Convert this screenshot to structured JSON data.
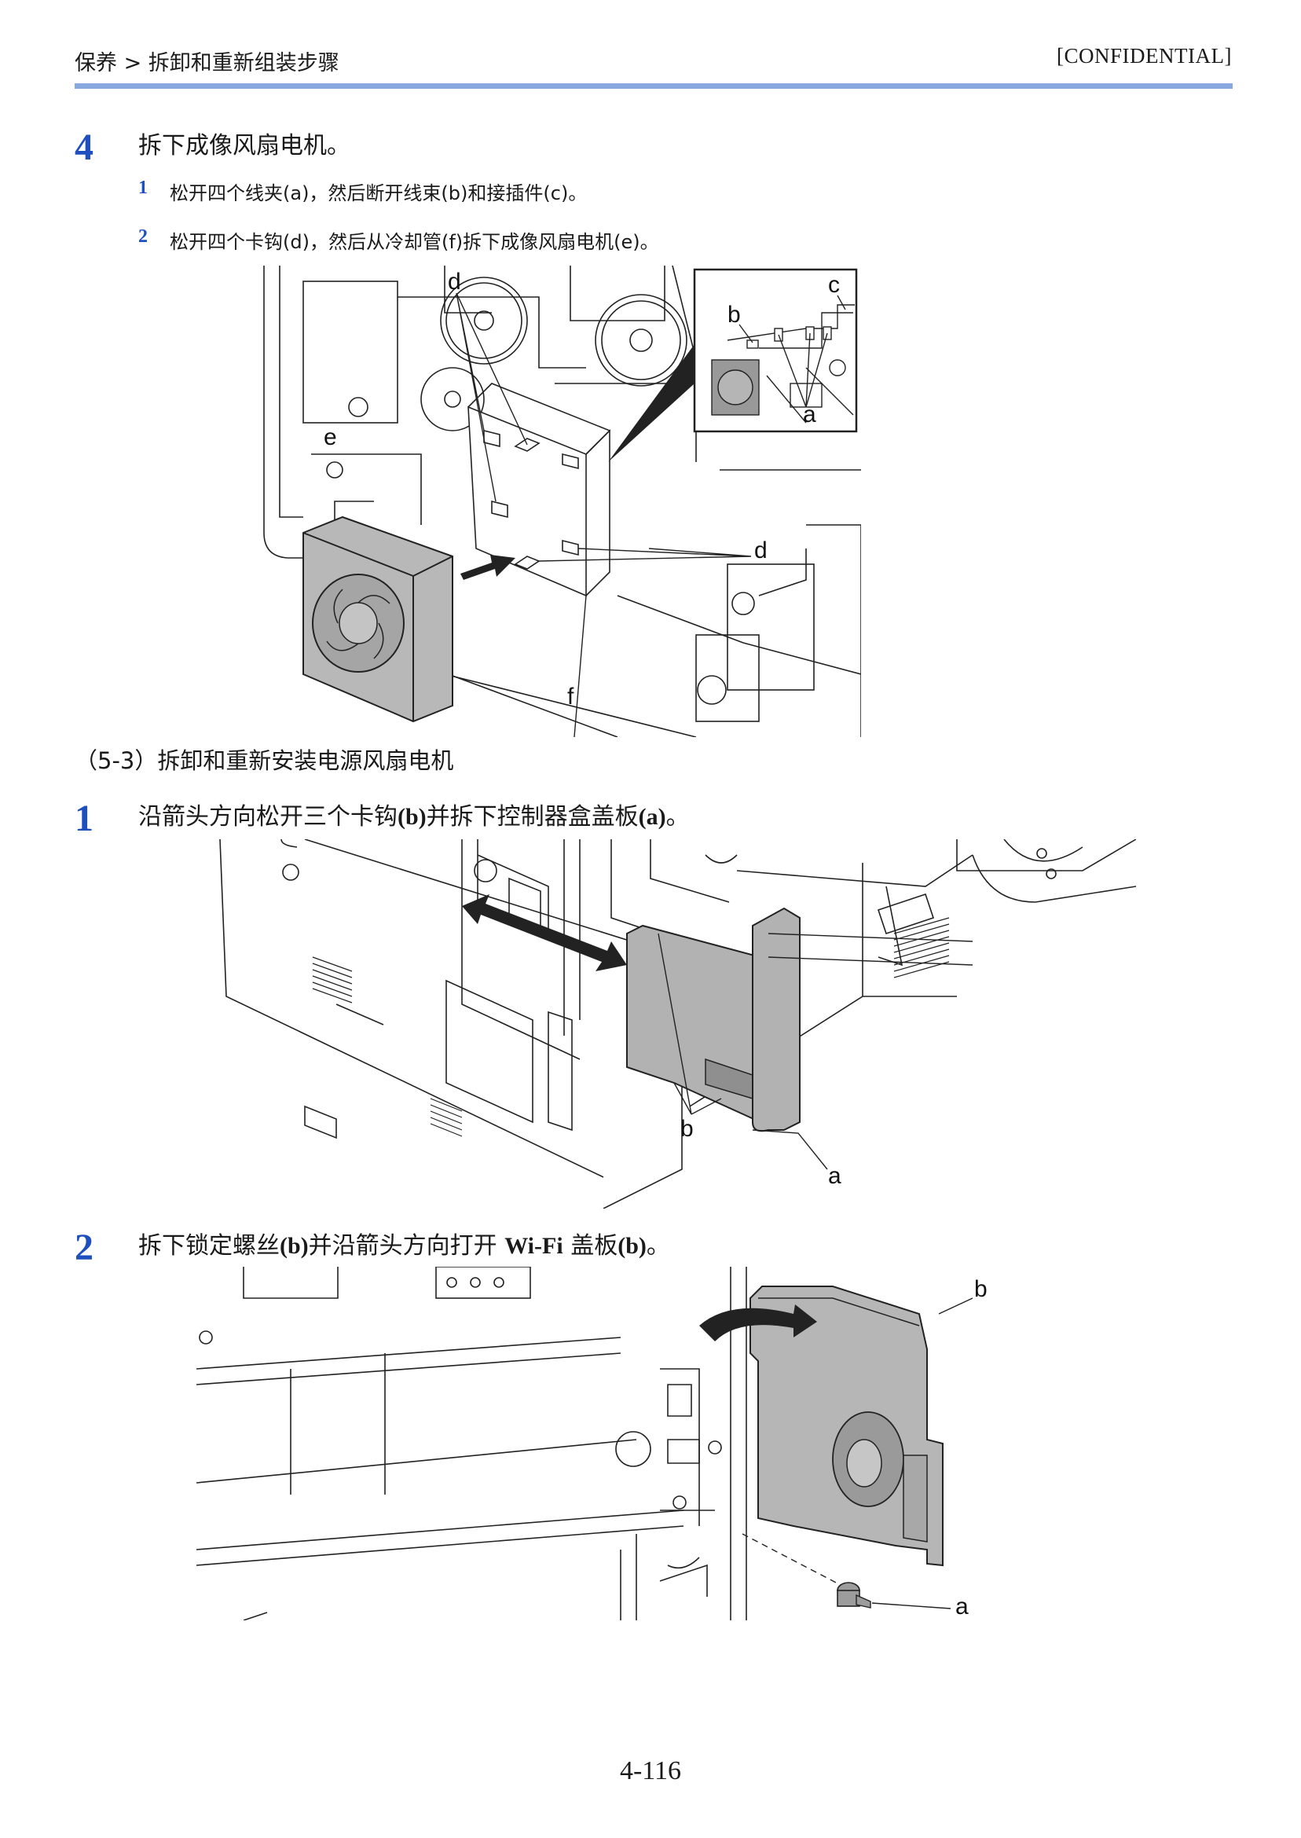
{
  "header": {
    "breadcrumb": "保养 > 拆卸和重新组装步骤",
    "confidential": "[CONFIDENTIAL]"
  },
  "step4": {
    "number": "4",
    "title": "拆下成像风扇电机。",
    "substeps": [
      {
        "number": "1",
        "text": "松开四个线夹(a)，然后断开线束(b)和接插件(c)。"
      },
      {
        "number": "2",
        "text": "松开四个卡钩(d)，然后从冷却管(f)拆下成像风扇电机(e)。"
      }
    ],
    "figure_labels": {
      "a": "a",
      "b": "b",
      "c": "c",
      "d1": "d",
      "d2": "d",
      "e": "e",
      "f": "f"
    }
  },
  "section": {
    "title": "（5-3）拆卸和重新安装电源风扇电机"
  },
  "step1": {
    "number": "1",
    "text_pre": "沿箭头方向松开三个卡钩",
    "ref_b": "(b)",
    "text_mid": "并拆下控制器盒盖板",
    "ref_a": "(a)",
    "text_end": "。",
    "figure_labels": {
      "a": "a",
      "b": "b"
    }
  },
  "step2": {
    "number": "2",
    "text_pre": "拆下锁定螺丝",
    "ref_b1": "(b)",
    "text_mid": "并沿箭头方向打开 ",
    "wifi": "Wi-Fi",
    "text_mid2": " 盖板",
    "ref_b2": "(b)",
    "text_end": "。",
    "figure_labels": {
      "a": "a",
      "b": "b"
    }
  },
  "page_number": "4-116"
}
